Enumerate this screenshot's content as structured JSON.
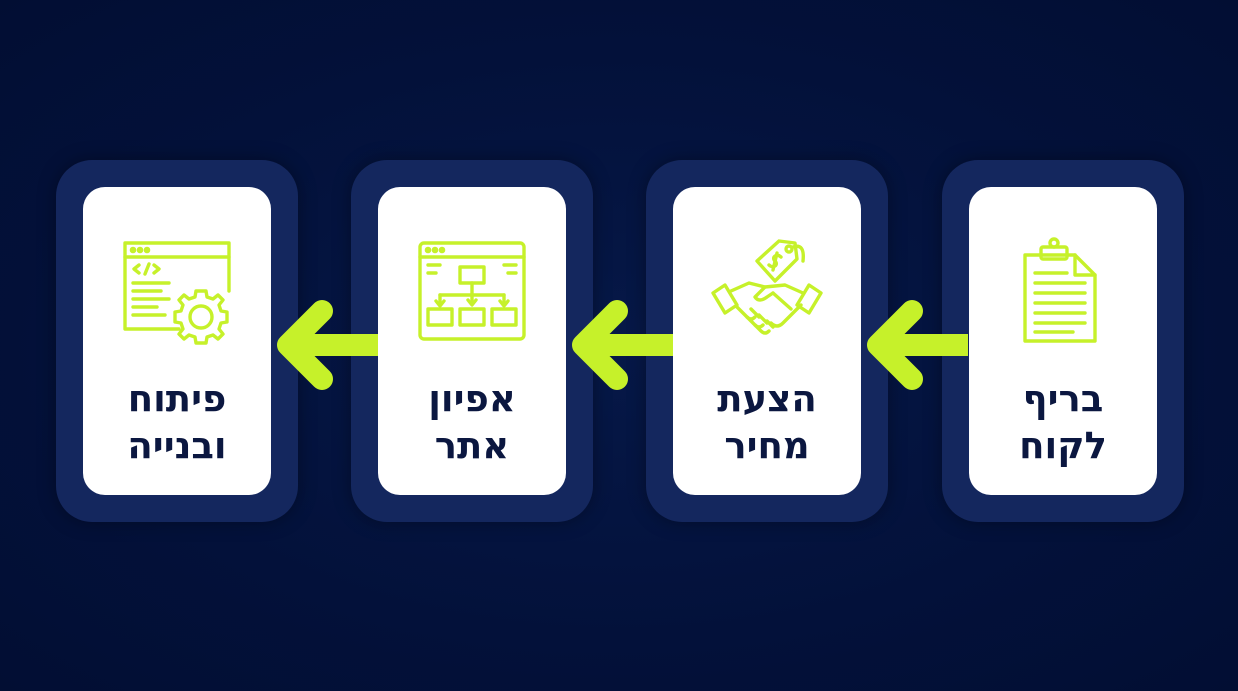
{
  "colors": {
    "background": "#03113a",
    "frame": "#14275e",
    "card": "#ffffff",
    "accent": "#c6f12a",
    "text": "#0b1740"
  },
  "steps": [
    {
      "line1": "בריף",
      "line2": "לקוח",
      "icon": "clipboard-document-icon"
    },
    {
      "line1": "הצעת",
      "line2": "מחיר",
      "icon": "handshake-price-tag-icon"
    },
    {
      "line1": "אפיון",
      "line2": "אתר",
      "icon": "sitemap-browser-icon"
    },
    {
      "line1": "פיתוח",
      "line2": "ובנייה",
      "icon": "code-gear-browser-icon"
    }
  ],
  "flow_direction": "right-to-left"
}
